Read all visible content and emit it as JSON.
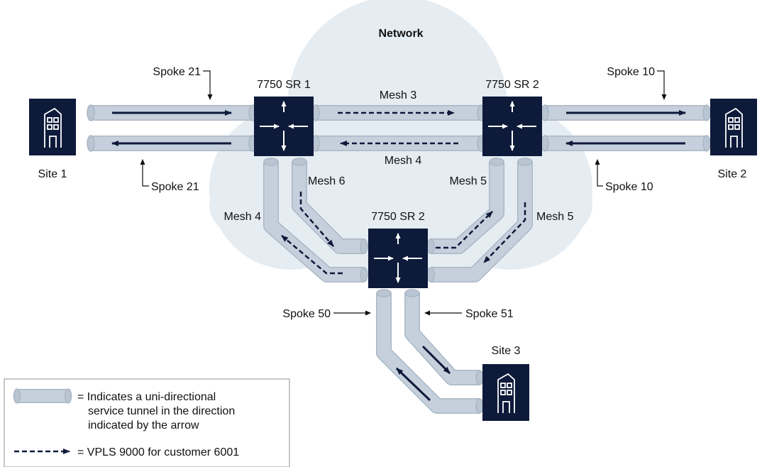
{
  "network_label": "Network",
  "routers": {
    "sr1": {
      "label": "7750 SR 1"
    },
    "sr2_top": {
      "label": "7750 SR 2"
    },
    "sr2_mid": {
      "label": "7750 SR 2"
    }
  },
  "sites": {
    "site1": "Site 1",
    "site2": "Site 2",
    "site3": "Site 3"
  },
  "spokes": {
    "spoke21_top": "Spoke 21",
    "spoke21_bottom": "Spoke 21",
    "spoke10_top": "Spoke 10",
    "spoke10_bottom": "Spoke 10",
    "spoke50": "Spoke 50",
    "spoke51": "Spoke 51"
  },
  "meshes": {
    "mesh3": "Mesh 3",
    "mesh4_top": "Mesh 4",
    "mesh4_left": "Mesh 4",
    "mesh6": "Mesh 6",
    "mesh5_left": "Mesh 5",
    "mesh5_right": "Mesh 5"
  },
  "legend": {
    "tunnel_line1": "= Indicates a uni-directional",
    "tunnel_line2": "service tunnel in the direction",
    "tunnel_line3": "indicated by the arrow",
    "vpls": "= VPLS 9000 for customer 6001"
  },
  "colors": {
    "navy": "#0d1a3a",
    "tube": "#c5d0dc",
    "tube_edge": "#aab7c5",
    "cloud": "#e5ecf2"
  },
  "icons": {
    "router": "router-arrows-icon",
    "site": "building-icon"
  }
}
